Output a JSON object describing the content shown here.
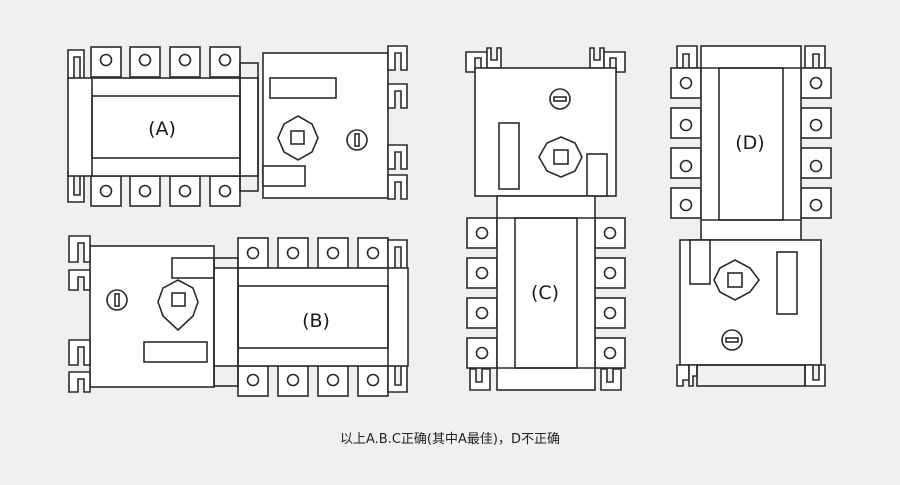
{
  "diagram": {
    "labels": {
      "a": "(A)",
      "b": "(B)",
      "c": "(C)",
      "d": "(D)"
    },
    "caption": "以上A.B.C正确(其中A最佳)，D不正确"
  }
}
